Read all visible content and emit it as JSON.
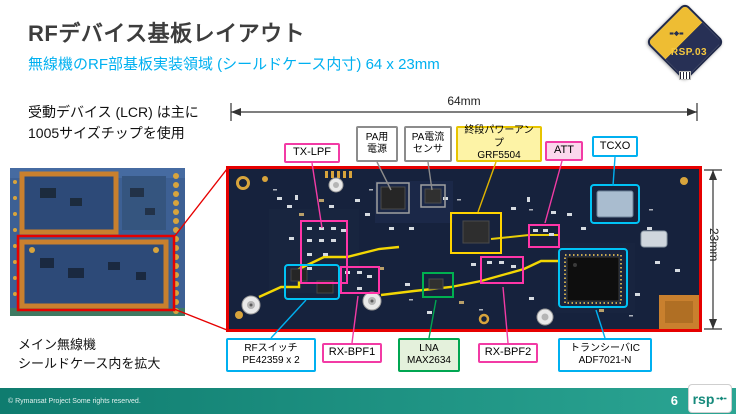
{
  "slide": {
    "title": "RFデバイス基板レイアウト",
    "subtitle": "無線機のRF部基板実装領域 (シールドケース内寸) 64 x 23mm",
    "left_note": "受動デバイス (LCR) は主に\n1005サイズチップを使用",
    "left_caption": "メイン無線機\nシールドケース内を拡大",
    "badge_text": "RSP.03",
    "footer": {
      "copyright": "© Rymansat Project Some rights reserved.",
      "page_number": "6",
      "logo_text": "rsp"
    }
  },
  "dimensions": {
    "width": "64mm",
    "height": "23mm"
  },
  "callouts": {
    "top": [
      {
        "text": "TX-LPF",
        "style": "pink"
      },
      {
        "text": "PA用\n電源",
        "style": "gray"
      },
      {
        "text": "PA電流\nセンサ",
        "style": "gray"
      },
      {
        "text": "終段パワーアンプ\nGRF5504",
        "style": "yellow"
      },
      {
        "text": "ATT",
        "style": "pink-fill"
      },
      {
        "text": "TCXO",
        "style": "cyan"
      }
    ],
    "bottom": [
      {
        "text": "RFスイッチ\nPE42359 x 2",
        "style": "cyan"
      },
      {
        "text": "RX-BPF1",
        "style": "pink"
      },
      {
        "text": "LNA\nMAX2634",
        "style": "green"
      },
      {
        "text": "RX-BPF2",
        "style": "pink"
      },
      {
        "text": "トランシーバIC\nADF7021-N",
        "style": "cyan"
      }
    ]
  },
  "colors": {
    "accent_cyan": "#00b0f0",
    "accent_pink": "#f23ba5",
    "accent_yellow": "#e7c400",
    "accent_green": "#00a651",
    "accent_gray": "#8c8c8c",
    "highlight_red": "#e60000",
    "footer_teal": "#1f9688",
    "badge_navy": "#273055",
    "badge_gold": "#eebd33"
  }
}
